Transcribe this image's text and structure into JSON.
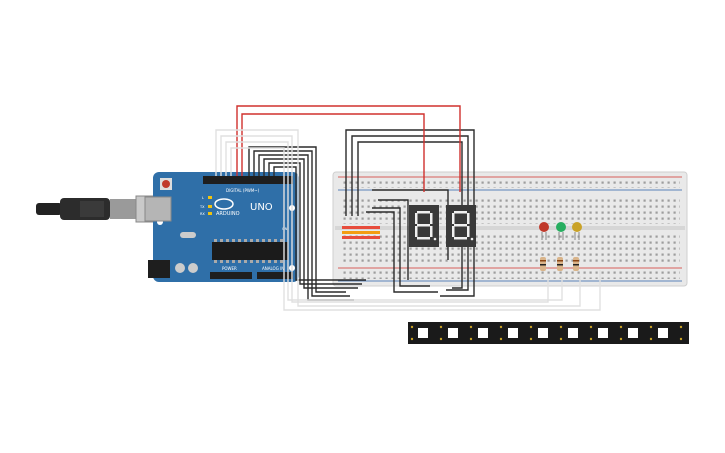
{
  "board": {
    "brand": "ARDUINO",
    "model": "UNO",
    "header_top_label": "DIGITAL (PWM~)",
    "power_label": "POWER",
    "analog_label": "ANALOG IN",
    "tx_label": "TX",
    "rx_label": "RX",
    "l_label": "L",
    "on_label": "ON"
  },
  "colors": {
    "board": "#2f6fa8",
    "wire_black": "#2b2b2b",
    "wire_red": "#d0312d",
    "wire_white": "#e6e6e6",
    "display": "#3a3a3a",
    "segment": "#f0f0f0",
    "led_red": "#c0392b",
    "led_green": "#27ae60",
    "led_yellow": "#c9a227",
    "strip": "#1a1a1a"
  },
  "components": {
    "displays": [
      "seven-segment-display",
      "seven-segment-display"
    ],
    "leds": [
      "red-led",
      "green-led",
      "yellow-led"
    ],
    "resistor_count": 3,
    "led_strip_pixels": 9
  }
}
